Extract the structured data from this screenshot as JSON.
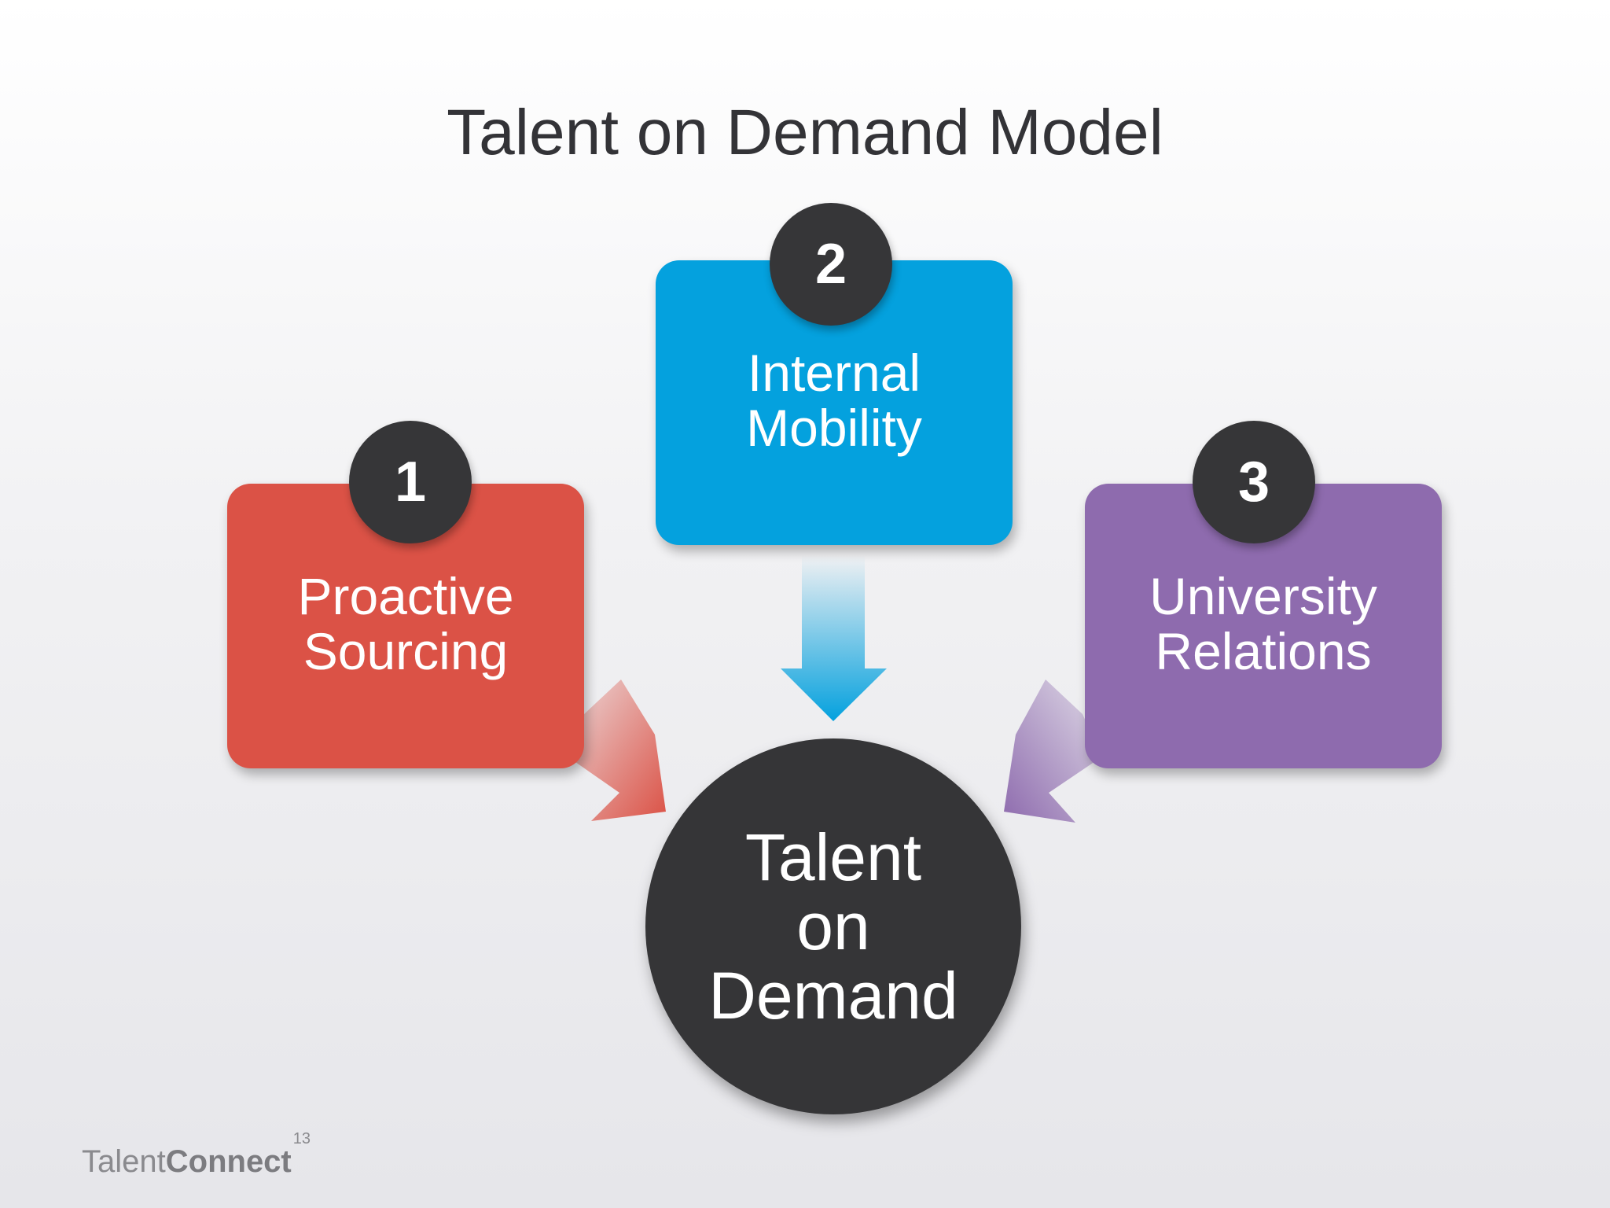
{
  "title": "Talent on Demand Model",
  "boxes": [
    {
      "number": "1",
      "line1": "Proactive",
      "line2": "Sourcing",
      "color": "#db5246"
    },
    {
      "number": "2",
      "line1": "Internal",
      "line2": "Mobility",
      "color": "#04a1de"
    },
    {
      "number": "3",
      "line1": "University",
      "line2": "Relations",
      "color": "#8e6bae"
    }
  ],
  "hub": {
    "line1": "Talent",
    "line2": "on",
    "line3": "Demand"
  },
  "logo": {
    "word1": "Talent",
    "word2": "Connect",
    "superscript": "13"
  }
}
